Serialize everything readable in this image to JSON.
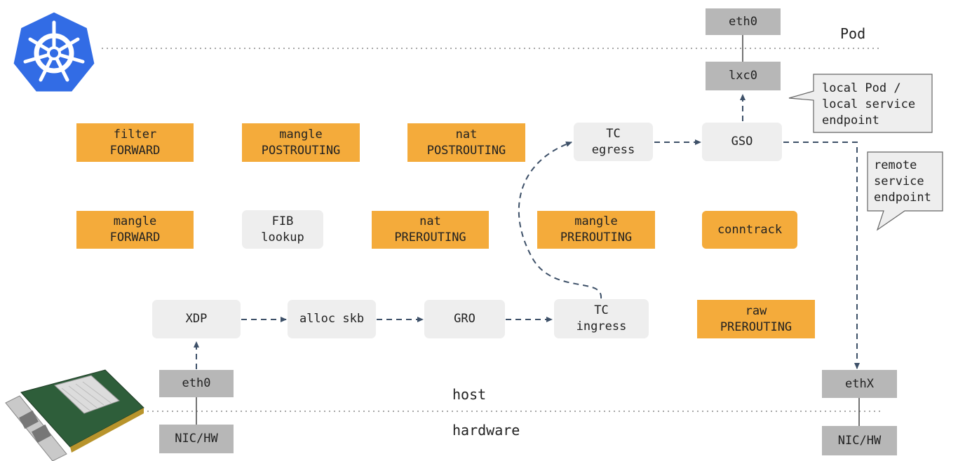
{
  "layers": {
    "pod": "Pod",
    "host": "host",
    "hardware": "hardware"
  },
  "tables": {
    "filter_forward": [
      "filter",
      "FORWARD"
    ],
    "mangle_postrouting": [
      "mangle",
      "POSTROUTING"
    ],
    "nat_postrouting": [
      "nat",
      "POSTROUTING"
    ],
    "mangle_forward": [
      "mangle",
      "FORWARD"
    ],
    "nat_prerouting": [
      "nat",
      "PREROUTING"
    ],
    "mangle_prerouting": [
      "mangle",
      "PREROUTING"
    ],
    "conntrack": "conntrack",
    "raw_prerouting": [
      "raw",
      "PREROUTING"
    ]
  },
  "stages": {
    "fib_lookup": [
      "FIB",
      "lookup"
    ],
    "tc_egress": [
      "TC",
      "egress"
    ],
    "gso": "GSO",
    "xdp": "XDP",
    "alloc_skb": "alloc skb",
    "gro": "GRO",
    "tc_ingress": [
      "TC",
      "ingress"
    ]
  },
  "interfaces": {
    "pod_eth0": "eth0",
    "lxc0": "lxc0",
    "host_eth0": "eth0",
    "nic_hw_left": "NIC/HW",
    "ethx": "ethX",
    "nic_hw_right": "NIC/HW"
  },
  "callouts": {
    "local": [
      "local Pod /",
      "local service",
      "endpoint"
    ],
    "remote": [
      "remote",
      "service",
      "endpoint"
    ]
  },
  "colors": {
    "table": "#f4ab3b",
    "stage": "#eeeeee",
    "interface": "#b7b7b7",
    "arrow": "#3d5068",
    "kubernetes": "#326ce5"
  },
  "icons": {
    "logo": "kubernetes-helm-icon",
    "nic": "network-card-icon"
  }
}
